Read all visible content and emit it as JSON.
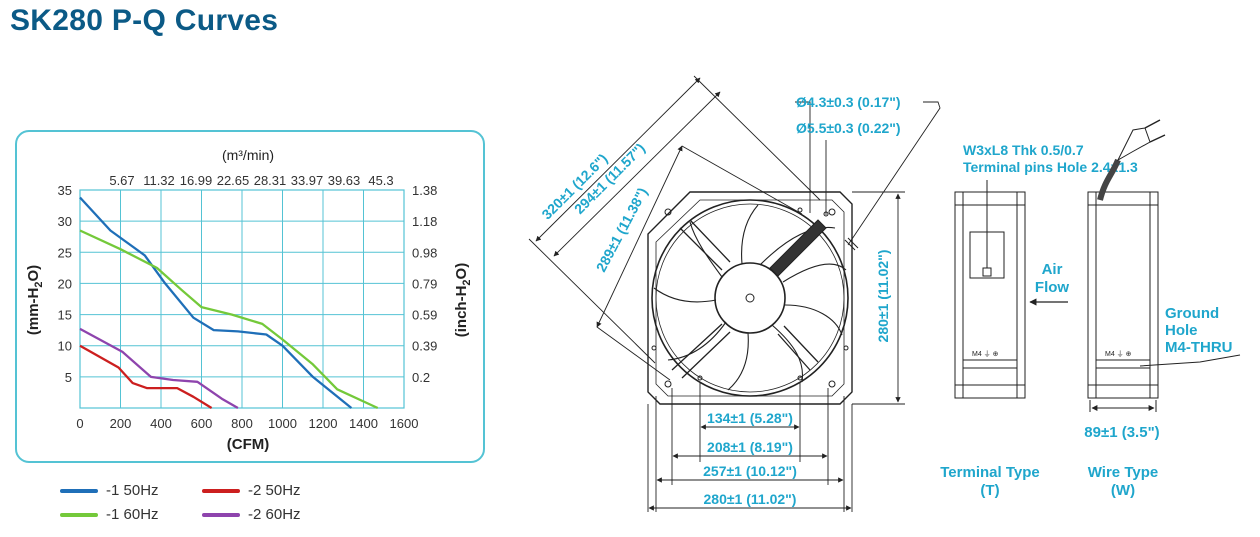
{
  "title": "SK280  P-Q Curves",
  "chart_data": {
    "type": "line",
    "top_axis_label": "(m³/min)",
    "top_ticks": [
      "5.67",
      "11.32",
      "16.99",
      "22.65",
      "28.31",
      "33.97",
      "39.63",
      "45.3"
    ],
    "xlabel": "(CFM)",
    "x_ticks": [
      0,
      200,
      400,
      600,
      800,
      1000,
      1200,
      1400,
      1600
    ],
    "xlim": [
      0,
      1600
    ],
    "ylabel": "(mm-H2O)",
    "y_ticks": [
      5,
      10,
      15,
      20,
      25,
      30,
      35
    ],
    "ylim": [
      0,
      35
    ],
    "ylabel_right": "(inch-H2O)",
    "y_ticks_right": [
      "0.2",
      "0.39",
      "0.59",
      "0.79",
      "0.98",
      "1.18",
      "1.38"
    ],
    "grid": true,
    "series": [
      {
        "name": "-1 50Hz",
        "color": "#1f6fb8",
        "points": [
          [
            0,
            33.8
          ],
          [
            150,
            28.5
          ],
          [
            320,
            24.5
          ],
          [
            420,
            20.0
          ],
          [
            560,
            14.5
          ],
          [
            660,
            12.5
          ],
          [
            780,
            12.3
          ],
          [
            920,
            11.8
          ],
          [
            1000,
            10.0
          ],
          [
            1150,
            5.0
          ],
          [
            1340,
            0
          ]
        ]
      },
      {
        "name": "-1 60Hz",
        "color": "#74c93a",
        "points": [
          [
            0,
            28.5
          ],
          [
            200,
            25.5
          ],
          [
            380,
            22.5
          ],
          [
            500,
            19.0
          ],
          [
            600,
            16.2
          ],
          [
            750,
            15.0
          ],
          [
            900,
            13.5
          ],
          [
            1000,
            11.0
          ],
          [
            1150,
            7.0
          ],
          [
            1270,
            3.0
          ],
          [
            1470,
            0
          ]
        ]
      },
      {
        "name": "-2 50Hz",
        "color": "#cc1f1f",
        "points": [
          [
            0,
            10.0
          ],
          [
            190,
            6.5
          ],
          [
            260,
            4.0
          ],
          [
            330,
            3.2
          ],
          [
            420,
            3.2
          ],
          [
            480,
            3.2
          ],
          [
            560,
            1.8
          ],
          [
            650,
            0
          ]
        ]
      },
      {
        "name": "-2 60Hz",
        "color": "#8e44ad",
        "points": [
          [
            0,
            12.7
          ],
          [
            210,
            9.0
          ],
          [
            350,
            5.0
          ],
          [
            460,
            4.5
          ],
          [
            580,
            4.2
          ],
          [
            700,
            1.5
          ],
          [
            780,
            0
          ]
        ]
      }
    ]
  },
  "drawing": {
    "dims": {
      "diag_outer": "320±1 (12.6\")",
      "diag_mid": "294±1 (11.57\")",
      "diag_inner": "289±1 (11.38\")",
      "hole_small": "Ø4.3±0.3 (0.17\")",
      "hole_large": "Ø5.5±0.3 (0.22\")",
      "height": "280±1 (11.02\")",
      "w1": "134±1 (5.28\")",
      "w2": "208±1 (8.19\")",
      "w3": "257±1 (10.12\")",
      "w4": "280±1 (11.02\")",
      "depth": "89±1 (3.5\")"
    },
    "terminal_note_1": "W3xL8 Thk 0.5/0.7",
    "terminal_note_2": "Terminal pins Hole 2.4x1.3",
    "airflow_1": "Air",
    "airflow_2": "Flow",
    "ground_1": "Ground",
    "ground_2": "Hole",
    "ground_3": "M4-THRU",
    "terminal_type": "Terminal Type",
    "terminal_type_code": "(T)",
    "wire_type": "Wire Type",
    "wire_type_code": "(W)",
    "label_marks": "M4 ⏚ ⊕"
  }
}
